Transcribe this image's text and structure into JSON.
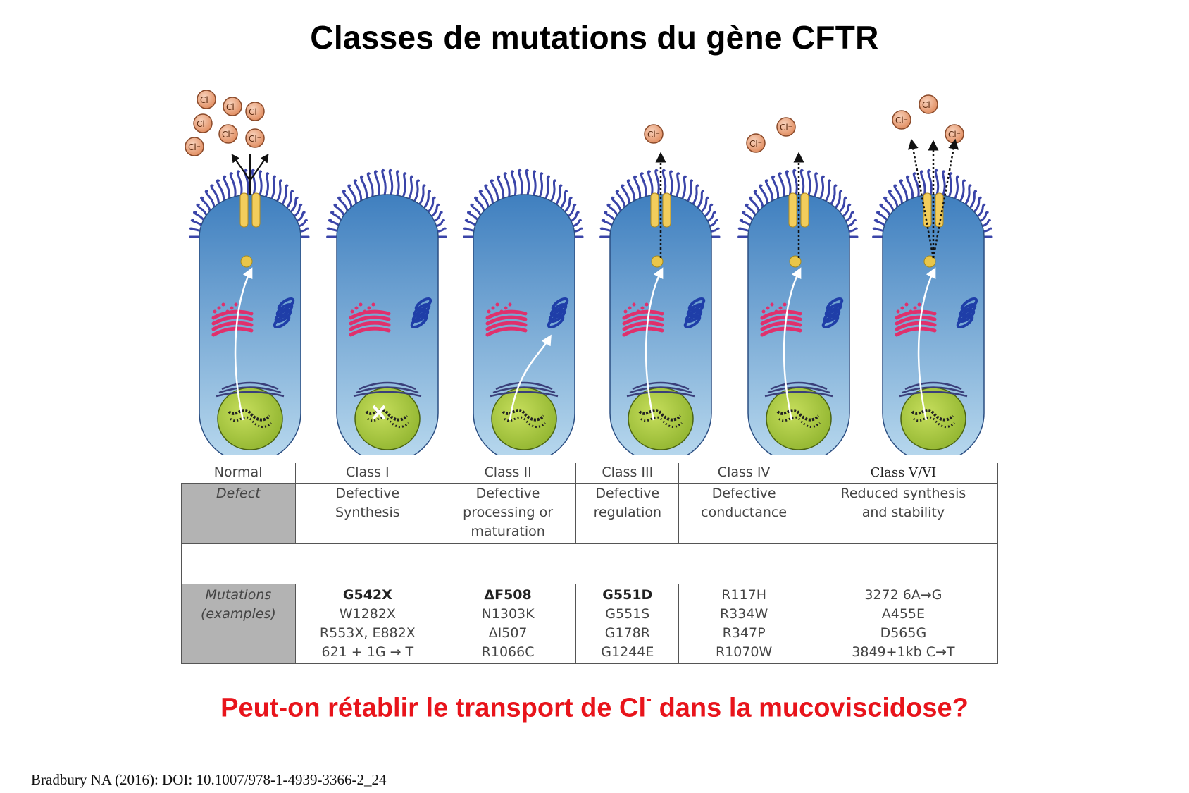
{
  "title": "Classes de mutations du gène CFTR",
  "ion_label": "Cl⁻",
  "table": {
    "columns": [
      "Normal",
      "Class I",
      "Class II",
      "Class III",
      "Class IV",
      "Class V/VI"
    ],
    "defect_label": "Defect",
    "defects": [
      [
        "Defective",
        "Synthesis"
      ],
      [
        "Defective",
        "processing or",
        "maturation"
      ],
      [
        "Defective",
        "regulation"
      ],
      [
        "Defective",
        "conductance"
      ],
      [
        "Reduced synthesis",
        "and stability"
      ]
    ],
    "mutations_label": [
      "Mutations",
      "(examples)"
    ],
    "mutations": [
      [
        "G542X",
        "W1282X",
        "R553X, E882X",
        "621 + 1G → T"
      ],
      [
        "ΔF508",
        "N1303K",
        "ΔI507",
        "R1066C"
      ],
      [
        "G551D",
        "G551S",
        "G178R",
        "G1244E"
      ],
      [
        "R117H",
        "R334W",
        "R347P",
        "R1070W"
      ],
      [
        "3272 6A→G",
        "A455E",
        "D565G",
        "3849+1kb C→T"
      ]
    ]
  },
  "question": {
    "before": "Peut-on rétablir le transport de Cl",
    "superscript": "-",
    "after": " dans la mucoviscidose?"
  },
  "citation": "Bradbury NA (2016): DOI: 10.1007/978-1-4939-3366-2_24",
  "colors": {
    "title": "#000000",
    "question": "#e8141b",
    "cell_top": "#3f7fbf",
    "cell_bottom": "#b9d9ee",
    "cilia": "#3a44a8",
    "nucleus": "#a9c93c",
    "golgi": "#e0306c",
    "er": "#2e4fc0",
    "channel": "#f2cd5c",
    "ion": "#e8a077",
    "table_gray": "#b3b3b3"
  },
  "icons": {
    "chloride_ion": "chloride-ion-icon",
    "cftr_channel": "cftr-channel-icon",
    "nucleus": "nucleus-icon",
    "golgi": "golgi-icon",
    "er": "er-icon"
  }
}
